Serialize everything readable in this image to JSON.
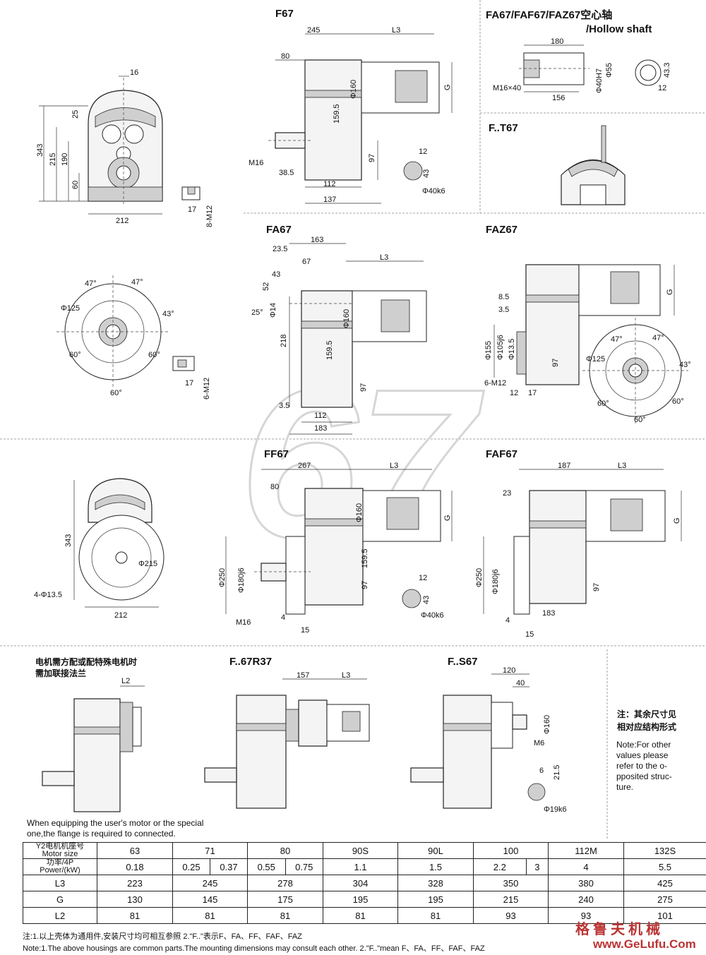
{
  "watermark": "67",
  "sections": {
    "f67": {
      "title": "F67",
      "dims": [
        "245",
        "L3",
        "80",
        "M16",
        "38.5",
        "112",
        "137",
        "Φ160",
        "159.5",
        "97",
        "G"
      ]
    },
    "shaft_key": {
      "dims": [
        "12",
        "43",
        "Φ40k6"
      ]
    },
    "hollow": {
      "title": "FA67/FAF67/FAZ67空心轴",
      "title2": "/Hollow shaft",
      "dims": [
        "180",
        "M16×40",
        "156",
        "Φ40H7",
        "Φ55",
        "43.3",
        "12"
      ]
    },
    "ft67": {
      "title": "F..T67"
    },
    "front": {
      "dims": [
        "16",
        "343",
        "215",
        "190",
        "25",
        "60",
        "212",
        "17",
        "8-M12"
      ]
    },
    "fa67": {
      "title": "FA67",
      "dims": [
        "163",
        "23.5",
        "67",
        "L3",
        "43",
        "52",
        "25°",
        "Φ14",
        "Φ160",
        "218",
        "159.5",
        "97",
        "3.5",
        "112",
        "183"
      ]
    },
    "flange_fa": {
      "dims": [
        "47°",
        "47°",
        "Φ125",
        "43°",
        "60°",
        "60°",
        "60°",
        "17",
        "6-M12"
      ]
    },
    "faz67": {
      "title": "FAZ67",
      "dims": [
        "8.5",
        "3.5",
        "Φ155",
        "Φ105j6",
        "Φ13.5",
        "97",
        "6-M12",
        "12",
        "17",
        "G",
        "47°",
        "47°",
        "Φ125",
        "43°",
        "60°",
        "60°",
        "60°"
      ]
    },
    "ff67": {
      "title": "FF67",
      "dims": [
        "267",
        "L3",
        "80",
        "Φ160",
        "G",
        "159.5",
        "Φ250",
        "Φ180j6",
        "97",
        "M16",
        "4",
        "15",
        "12",
        "43",
        "Φ40k6"
      ]
    },
    "ff_front": {
      "dims": [
        "343",
        "Φ215",
        "4-Φ13.5",
        "212"
      ]
    },
    "faf67": {
      "title": "FAF67",
      "dims": [
        "187",
        "L3",
        "23",
        "G",
        "Φ250",
        "Φ180j6",
        "97",
        "183",
        "4",
        "15"
      ]
    },
    "adapter": {
      "title": "电机需方配或配特殊电机时",
      "title2": "需加联接法兰",
      "dims": [
        "L2"
      ]
    },
    "fr37": {
      "title": "F..67R37",
      "dims": [
        "157",
        "L3"
      ]
    },
    "fs67": {
      "title": "F..S67",
      "dims": [
        "120",
        "40",
        "Φ160",
        "M6",
        "6",
        "21.5",
        "Φ19k6"
      ]
    },
    "note_cn": {
      "line1": "注：其余尺寸见",
      "line2": "相对应结构形式"
    },
    "note_en": [
      "Note:For other",
      "values please",
      "refer to the o-",
      "pposited struc-",
      "ture."
    ],
    "equip_note": [
      "When equipping the user's motor or the special",
      "one,the flange is required to connected."
    ]
  },
  "table": {
    "h1": "Y2电机机座号",
    "h2": "Motor size",
    "h3": "功率/4P",
    "h4": "Power/(kW)",
    "motor_sizes": [
      "63",
      "71",
      "80",
      "90S",
      "90L",
      "100",
      "112M",
      "132S"
    ],
    "powers": [
      "0.18",
      "0.25",
      "0.37",
      "0.55",
      "0.75",
      "1.1",
      "1.5",
      "2.2",
      "3",
      "4",
      "5.5"
    ],
    "rows": [
      {
        "label": "L3",
        "values": [
          "223",
          "245",
          "278",
          "304",
          "328",
          "350",
          "380",
          "425"
        ]
      },
      {
        "label": "G",
        "values": [
          "130",
          "145",
          "175",
          "195",
          "195",
          "215",
          "240",
          "275"
        ]
      },
      {
        "label": "L2",
        "values": [
          "81",
          "81",
          "81",
          "81",
          "81",
          "93",
          "93",
          "101"
        ]
      }
    ]
  },
  "footnotes": {
    "cn": "注:1.以上壳体为通用件,安装尺寸均可相互参照     2.\"F..\"表示F、FA、FF、FAF、FAZ",
    "en": "Note:1.The above housings are common parts.The mounting dimensions may consult each other.     2.\"F..\"mean F、FA、FF、FAF、FAZ"
  },
  "brand": {
    "cn": "格鲁夫机械",
    "url": "www.GeLufu.Com"
  }
}
